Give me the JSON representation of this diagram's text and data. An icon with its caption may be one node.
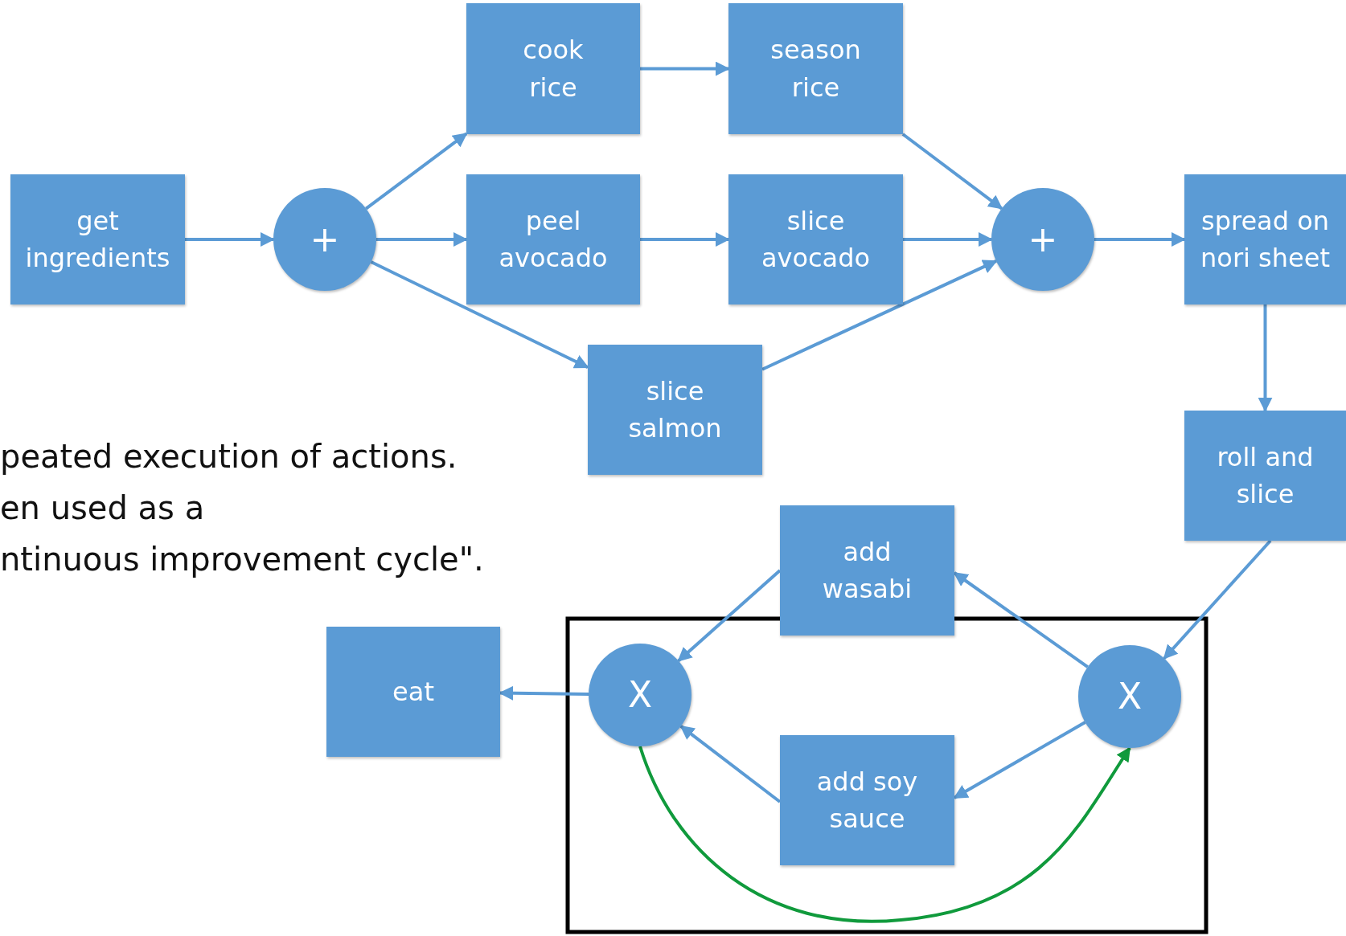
{
  "diagram": {
    "nodes": [
      {
        "text": [
          "get ingredients"
        ]
      },
      {
        "text": [
          "+"
        ]
      },
      {
        "text": [
          "cook rice"
        ]
      },
      {
        "text": [
          "season rice"
        ]
      },
      {
        "text": [
          "peel avocado"
        ]
      },
      {
        "text": [
          "slice avocado"
        ]
      },
      {
        "text": [
          "slice salmon"
        ]
      },
      {
        "text": [
          "+"
        ]
      },
      {
        "text": [
          "spread on nori sheet"
        ]
      },
      {
        "text": [
          "roll and slice"
        ]
      },
      {
        "text": [
          "add wasabi"
        ]
      },
      {
        "text": [
          "eat"
        ]
      },
      {
        "text": [
          "X"
        ]
      },
      {
        "text": [
          "X"
        ]
      },
      {
        "text": [
          "add soy sauce"
        ]
      }
    ],
    "edges": [
      {
        "from": 0,
        "to": 1,
        "arrow": "to"
      },
      {
        "from": 1,
        "to": 2,
        "arrow": "to"
      },
      {
        "from": 1,
        "to": 4,
        "arrow": "to"
      },
      {
        "from": 1,
        "to": 6,
        "arrow": "to"
      },
      {
        "from": 2,
        "to": 3,
        "arrow": "to"
      },
      {
        "from": 4,
        "to": 5,
        "arrow": "to"
      },
      {
        "from": 3,
        "to": 7,
        "arrow": "to"
      },
      {
        "from": 5,
        "to": 7,
        "arrow": "to"
      },
      {
        "from": 6,
        "to": 7,
        "arrow": "to"
      },
      {
        "from": 7,
        "to": 8,
        "arrow": "to"
      },
      {
        "from": 8,
        "to": 9,
        "arrow": "to"
      },
      {
        "from": 9,
        "to": 13,
        "arrow": "to"
      },
      {
        "from": 13,
        "to": 10,
        "arrow": "to"
      },
      {
        "from": 13,
        "to": 14,
        "arrow": "to"
      },
      {
        "from": 10,
        "to": 12,
        "arrow": "to"
      },
      {
        "from": 14,
        "to": 12,
        "arrow": "to"
      },
      {
        "from": 12,
        "to": 11,
        "arrow": "to"
      },
      {
        "from": 12,
        "to": 13,
        "arrow": "to",
        "color": "#109a3c"
      }
    ],
    "labels": [
      "peated execution of actions.",
      "en used as a",
      "ntinuous improvement cycle\"."
    ]
  }
}
